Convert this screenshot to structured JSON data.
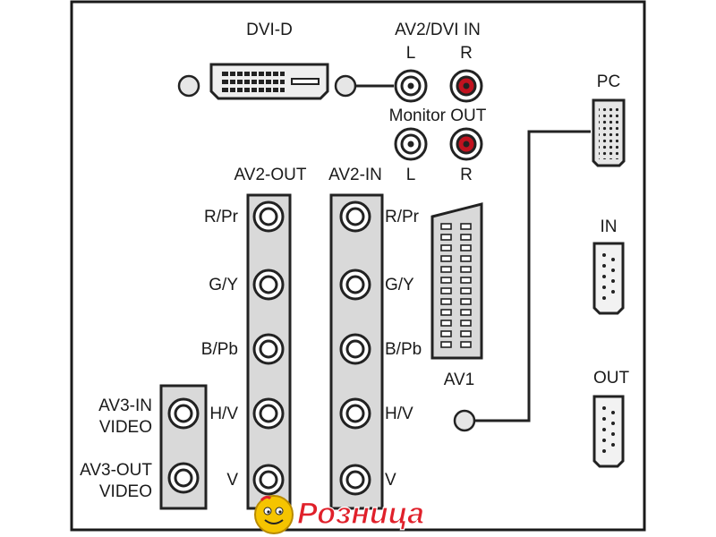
{
  "labels": {
    "dvi_d": "DVI-D",
    "av2_dvi_in": "AV2/DVI IN",
    "l_top": "L",
    "r_top": "R",
    "monitor_out": "Monitor OUT",
    "l_bottom": "L",
    "r_bottom": "R",
    "av2_out": "AV2-OUT",
    "av2_in": "AV2-IN",
    "pc": "PC",
    "in": "IN",
    "out": "OUT",
    "av1": "AV1",
    "left_rows": [
      "R/Pr",
      "G/Y",
      "B/Pb",
      "H/V",
      "V"
    ],
    "right_rows": [
      "R/Pr",
      "G/Y",
      "B/Pb",
      "H/V",
      "V"
    ],
    "av3_in_line1": "AV3-IN",
    "av3_in_line2": "VIDEO",
    "av3_out_line1": "AV3-OUT",
    "av3_out_line2": "VIDEO"
  },
  "logo_text": "Розница",
  "colors": {
    "panel_border": "#1a1a1a",
    "connector_group_fill": "#d9d9d9",
    "rca_red": "#c1121f",
    "logo_red": "#e0202a",
    "logo_face": "#f5c400"
  }
}
